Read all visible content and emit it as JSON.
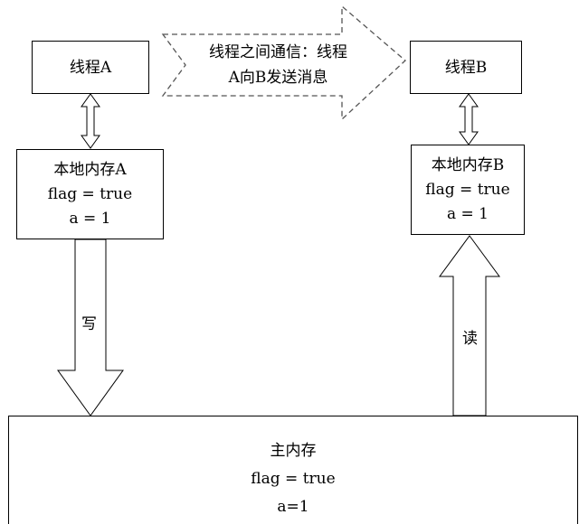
{
  "thread_a": {
    "label": "线程A"
  },
  "thread_b": {
    "label": "线程B"
  },
  "message": {
    "line1": "线程之间通信：线程",
    "line2": "A向B发送消息"
  },
  "local_a": {
    "title": "本地内存A",
    "flag": "flag = true",
    "a": "a = 1"
  },
  "local_b": {
    "title": "本地内存B",
    "flag": "flag = true",
    "a": "a = 1"
  },
  "write_label": "写",
  "read_label": "读",
  "main_memory": {
    "title": "主内存",
    "flag": "flag = true",
    "a": "a=1"
  }
}
